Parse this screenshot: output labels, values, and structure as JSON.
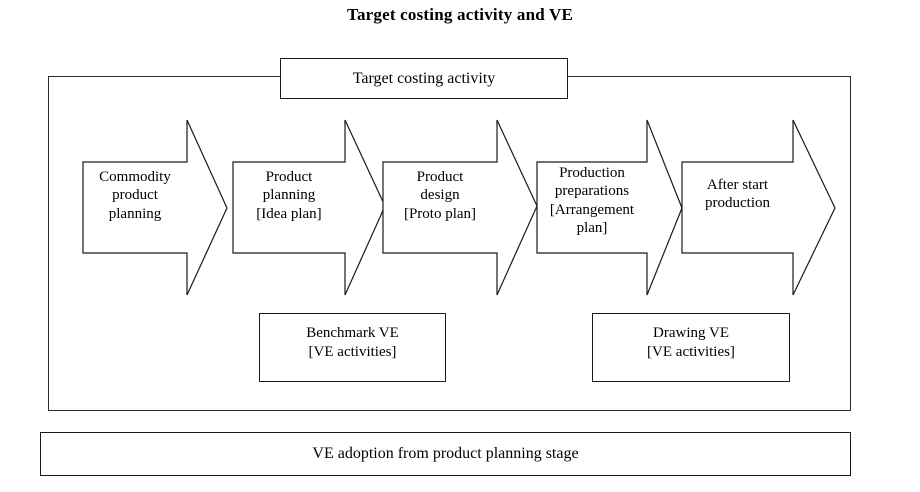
{
  "title": "Target costing activity and VE",
  "header_box": {
    "label": "Target costing activity"
  },
  "process_steps": [
    {
      "name": "commodity-product-planning",
      "lines": [
        "Commodity",
        "product",
        "planning"
      ]
    },
    {
      "name": "product-planning",
      "lines": [
        "Product",
        "planning",
        "[Idea plan]"
      ]
    },
    {
      "name": "product-design",
      "lines": [
        "Product",
        "design",
        "[Proto plan]"
      ]
    },
    {
      "name": "production-preparations",
      "lines": [
        "Production",
        "preparations",
        "[Arrangement",
        "plan]"
      ]
    },
    {
      "name": "after-start-production",
      "lines": [
        "After start",
        "production"
      ]
    }
  ],
  "ve_boxes": [
    {
      "name": "benchmark-ve",
      "lines": [
        "Benchmark VE",
        "[VE activities]"
      ]
    },
    {
      "name": "drawing-ve",
      "lines": [
        "Drawing VE",
        "[VE activities]"
      ]
    }
  ],
  "footer_bar": {
    "label": "VE adoption from product planning stage"
  },
  "colors": {
    "stroke": "#1a1a1a",
    "frame_stroke": "#2a2a2a",
    "fill": "#ffffff",
    "text": "#000000"
  }
}
